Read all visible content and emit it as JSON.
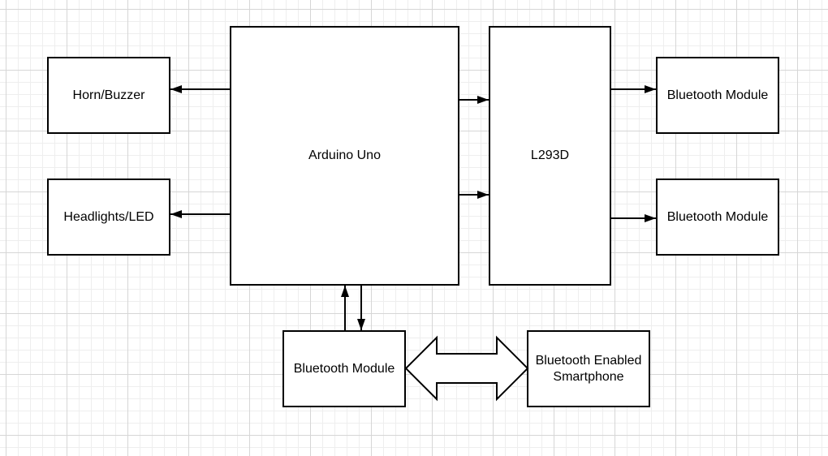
{
  "blocks": {
    "horn": "Horn/Buzzer",
    "headlights": "Headlights/LED",
    "arduino": "Arduino Uno",
    "driver": "L293D",
    "motor_top": "Bluetooth Module",
    "motor_bottom": "Bluetooth Module",
    "bluetooth": "Bluetooth Module",
    "smartphone": "Bluetooth Enabled\nSmartphone"
  },
  "colors": {
    "line": "#000000",
    "fill": "#ffffff",
    "grid": "#d6d6d6"
  }
}
